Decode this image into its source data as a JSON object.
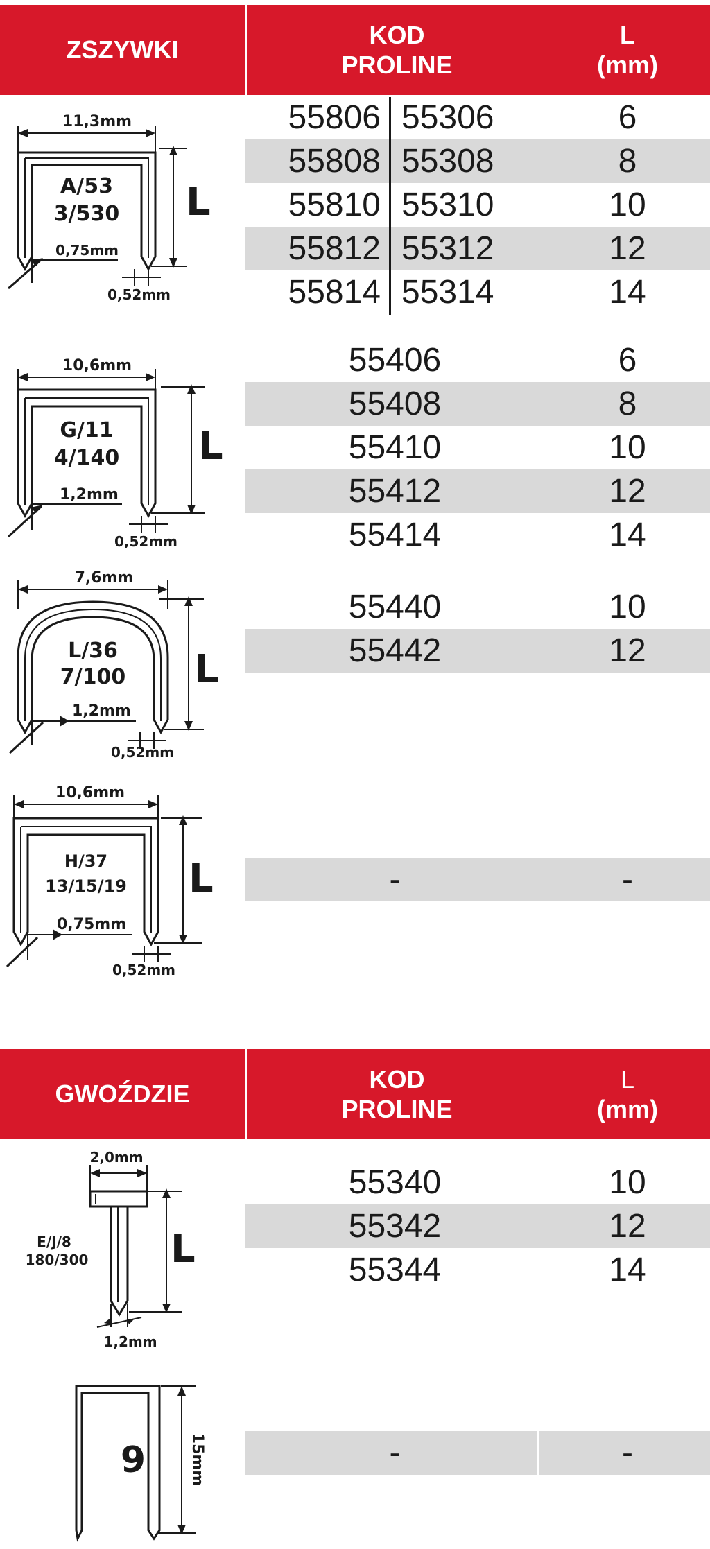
{
  "staples_header": {
    "col1": "ZSZYWKI",
    "col2_line1": "KOD",
    "col2_line2": "PROLINE",
    "col3_line1": "L",
    "col3_line2": "(mm)"
  },
  "staples": [
    {
      "type_line1": "A/53",
      "type_line2": "3/530",
      "width_label": "11,3mm",
      "wire_label": "0,75mm",
      "tip_label": "0,52mm",
      "length_label": "L",
      "rows": [
        {
          "code_a": "55806",
          "code_b": "55306",
          "l": "6"
        },
        {
          "code_a": "55808",
          "code_b": "55308",
          "l": "8"
        },
        {
          "code_a": "55810",
          "code_b": "55310",
          "l": "10"
        },
        {
          "code_a": "55812",
          "code_b": "55312",
          "l": "12"
        },
        {
          "code_a": "55814",
          "code_b": "55314",
          "l": "14"
        }
      ]
    },
    {
      "type_line1": "G/11",
      "type_line2": "4/140",
      "width_label": "10,6mm",
      "wire_label": "1,2mm",
      "tip_label": "0,52mm",
      "length_label": "L",
      "rows": [
        {
          "code": "55406",
          "l": "6"
        },
        {
          "code": "55408",
          "l": "8"
        },
        {
          "code": "55410",
          "l": "10"
        },
        {
          "code": "55412",
          "l": "12"
        },
        {
          "code": "55414",
          "l": "14"
        }
      ]
    },
    {
      "type_line1": "L/36",
      "type_line2": "7/100",
      "width_label": "7,6mm",
      "wire_label": "1,2mm",
      "tip_label": "0,52mm",
      "length_label": "L",
      "rows": [
        {
          "code": "55440",
          "l": "10"
        },
        {
          "code": "55442",
          "l": "12"
        }
      ]
    },
    {
      "type_line1": "H/37",
      "type_line2": "13/15/19",
      "width_label": "10,6mm",
      "wire_label": "0,75mm",
      "tip_label": "0,52mm",
      "length_label": "L",
      "rows": [
        {
          "code": "-",
          "l": "-"
        }
      ]
    }
  ],
  "nails_header": {
    "col1": "GWOŹDZIE",
    "col2_line1": "KOD",
    "col2_line2": "PROLINE",
    "col3_line1": "L",
    "col3_line2": "(mm)"
  },
  "nails": [
    {
      "type_line1": "E/J/8",
      "type_line2": "180/300",
      "head_label": "2,0mm",
      "shank_label": "1,2mm",
      "length_label": "L",
      "rows": [
        {
          "code": "55340",
          "l": "10"
        },
        {
          "code": "55342",
          "l": "12"
        },
        {
          "code": "55344",
          "l": "14"
        }
      ]
    },
    {
      "type_label": "9",
      "length_label": "15mm",
      "rows": [
        {
          "code": "-",
          "l": "-"
        }
      ]
    }
  ],
  "colors": {
    "accent": "#d7182a",
    "row_shade": "#d9d9d9",
    "text": "#1a1a1a"
  }
}
